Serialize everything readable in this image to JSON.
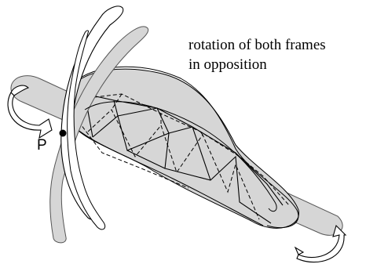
{
  "annotation": {
    "line1": "rotation of both frames",
    "line2": "in opposition"
  },
  "point_label": "P",
  "colors": {
    "shade": "#d6d6d6",
    "stroke": "#000000",
    "background": "#ffffff"
  }
}
